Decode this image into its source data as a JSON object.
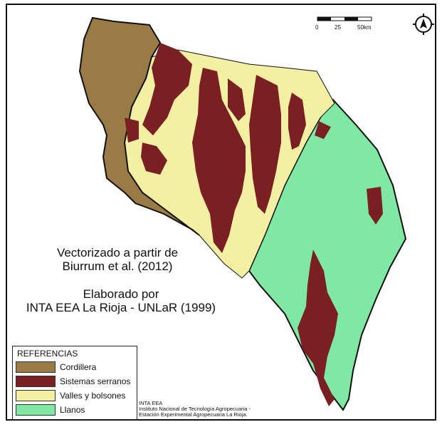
{
  "map": {
    "title_line1": "Vectorizado a partir de",
    "title_line2": "Biurrum et al. (2012)",
    "credit_line1": "Elaborado por",
    "credit_line2": "INTA EEA La Rioja - UNLaR (1999)",
    "colors": {
      "cordillera": "#9a7b46",
      "serranos": "#7a1f22",
      "valles": "#f3f0a4",
      "llanos": "#7fe8a2",
      "border": "#111111"
    }
  },
  "scale_bar": {
    "labels": [
      "0",
      "25",
      "50km"
    ]
  },
  "compass": {
    "icon": "north-arrow-icon"
  },
  "legend": {
    "title": "REFERENCIAS",
    "items": [
      {
        "label": "Cordillera",
        "color": "#9a7b46"
      },
      {
        "label": "Sistemas serranos",
        "color": "#7a1f22"
      },
      {
        "label": "Valles y bolsones",
        "color": "#f3f0a4"
      },
      {
        "label": "Llanos",
        "color": "#7fe8a2"
      }
    ]
  },
  "footer": {
    "line1": "INTA EEA",
    "line2": "Instituto Nacional de Tecnología Agropecuaria -",
    "line3": "Estación Experimental Agropecuaria La Rioja."
  }
}
